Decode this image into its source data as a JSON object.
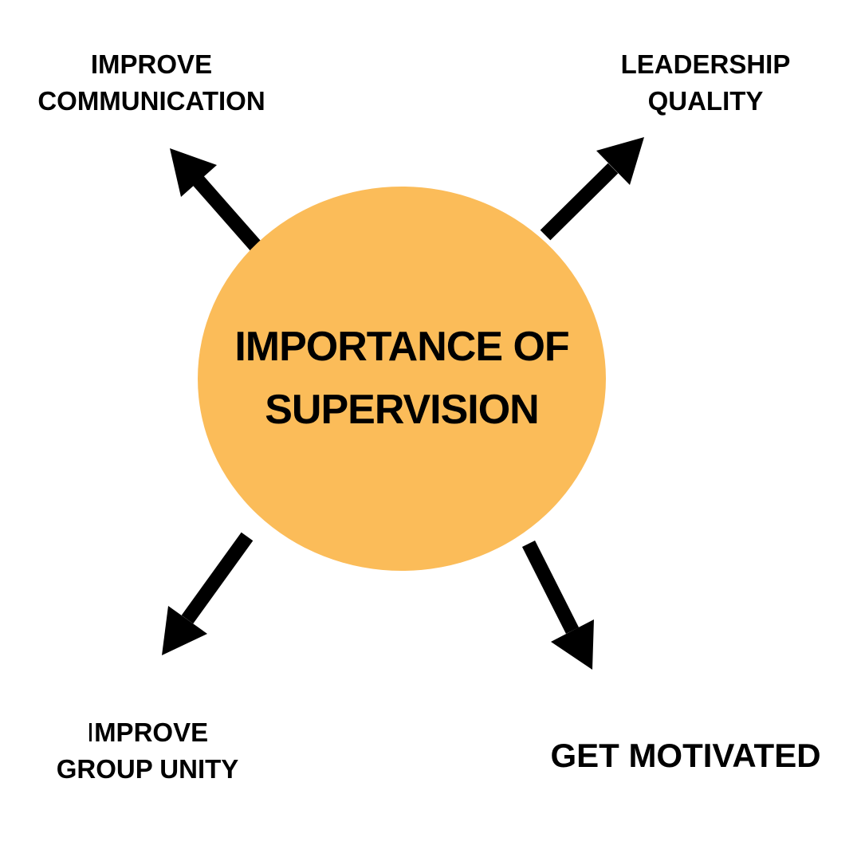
{
  "diagram": {
    "center_circle": {
      "lines": [
        "IMPORTANCE OF",
        "SUPERVISION"
      ]
    },
    "labels": {
      "top_left": {
        "lines": [
          "IMPROVE",
          "COMMUNICATION"
        ]
      },
      "top_right": {
        "lines": [
          "LEADERSHIP",
          "QUALITY"
        ]
      },
      "bottom_left": {
        "lines": [
          "IMPROVE",
          "GROUP UNITY"
        ]
      },
      "bottom_right": {
        "lines": [
          "GET MOTIVATED"
        ]
      }
    },
    "colors": {
      "background": "#FFFFFF",
      "circle_fill": "#FBBC59",
      "arrow": "#000000",
      "text": "#000000"
    }
  }
}
